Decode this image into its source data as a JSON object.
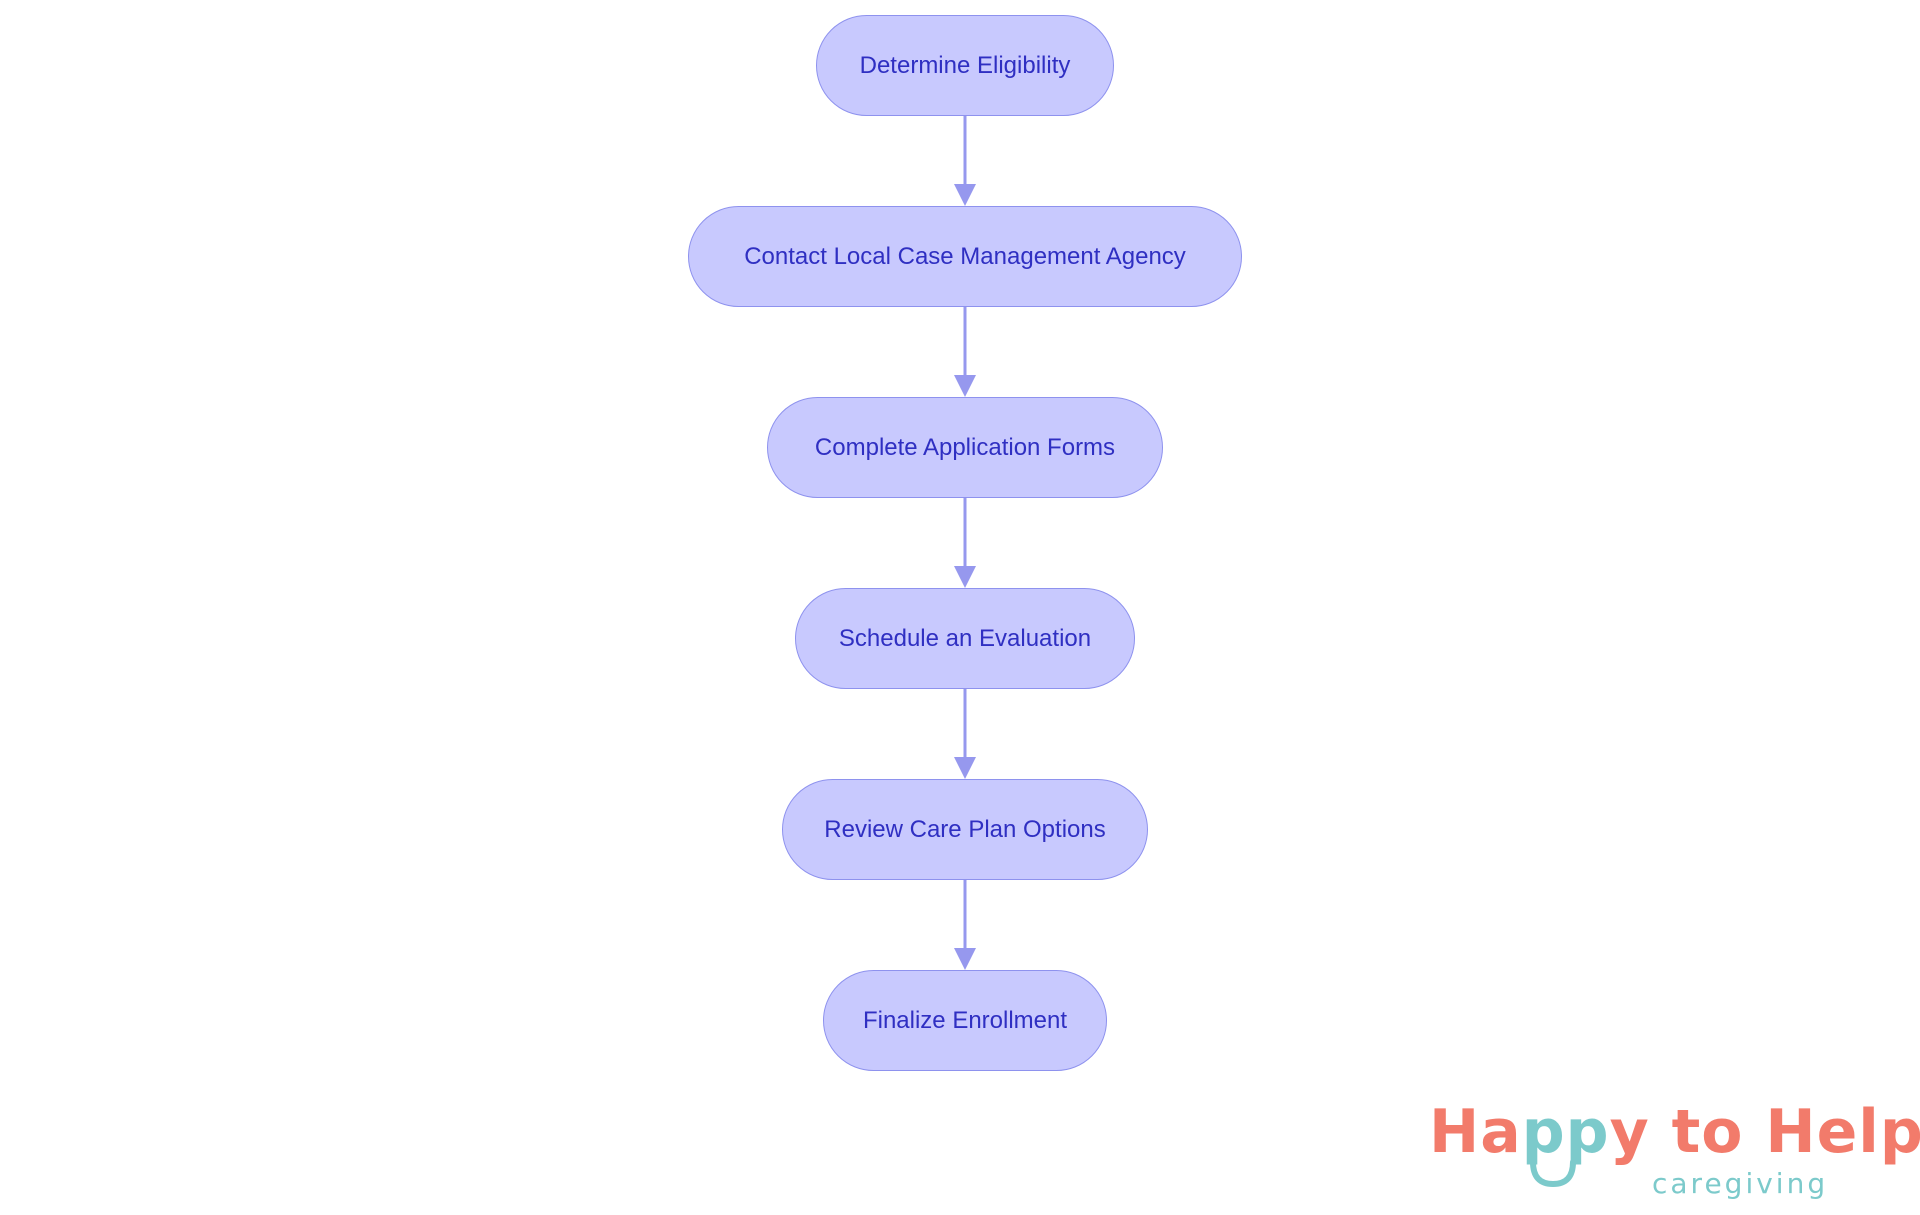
{
  "diagram": {
    "type": "flowchart",
    "direction": "top-to-bottom",
    "nodes": [
      {
        "id": "n0",
        "label": "Determine Eligibility"
      },
      {
        "id": "n1",
        "label": "Contact Local Case Management Agency"
      },
      {
        "id": "n2",
        "label": "Complete Application Forms"
      },
      {
        "id": "n3",
        "label": "Schedule an Evaluation"
      },
      {
        "id": "n4",
        "label": "Review Care Plan Options"
      },
      {
        "id": "n5",
        "label": "Finalize Enrollment"
      }
    ],
    "edges": [
      {
        "from": "n0",
        "to": "n1"
      },
      {
        "from": "n1",
        "to": "n2"
      },
      {
        "from": "n2",
        "to": "n3"
      },
      {
        "from": "n3",
        "to": "n4"
      },
      {
        "from": "n4",
        "to": "n5"
      }
    ]
  },
  "logo": {
    "word_happy_start": "Ha",
    "word_happy_pp": "pp",
    "word_happy_end": "y to Help",
    "tagline": "caregiving"
  },
  "colors": {
    "node_fill": "#c8c9fe",
    "node_border": "#8e92ee",
    "node_text": "#2f2fc2",
    "edge": "#9698ee",
    "logo_coral": "#f27b6b",
    "logo_teal": "#7ccacb"
  }
}
